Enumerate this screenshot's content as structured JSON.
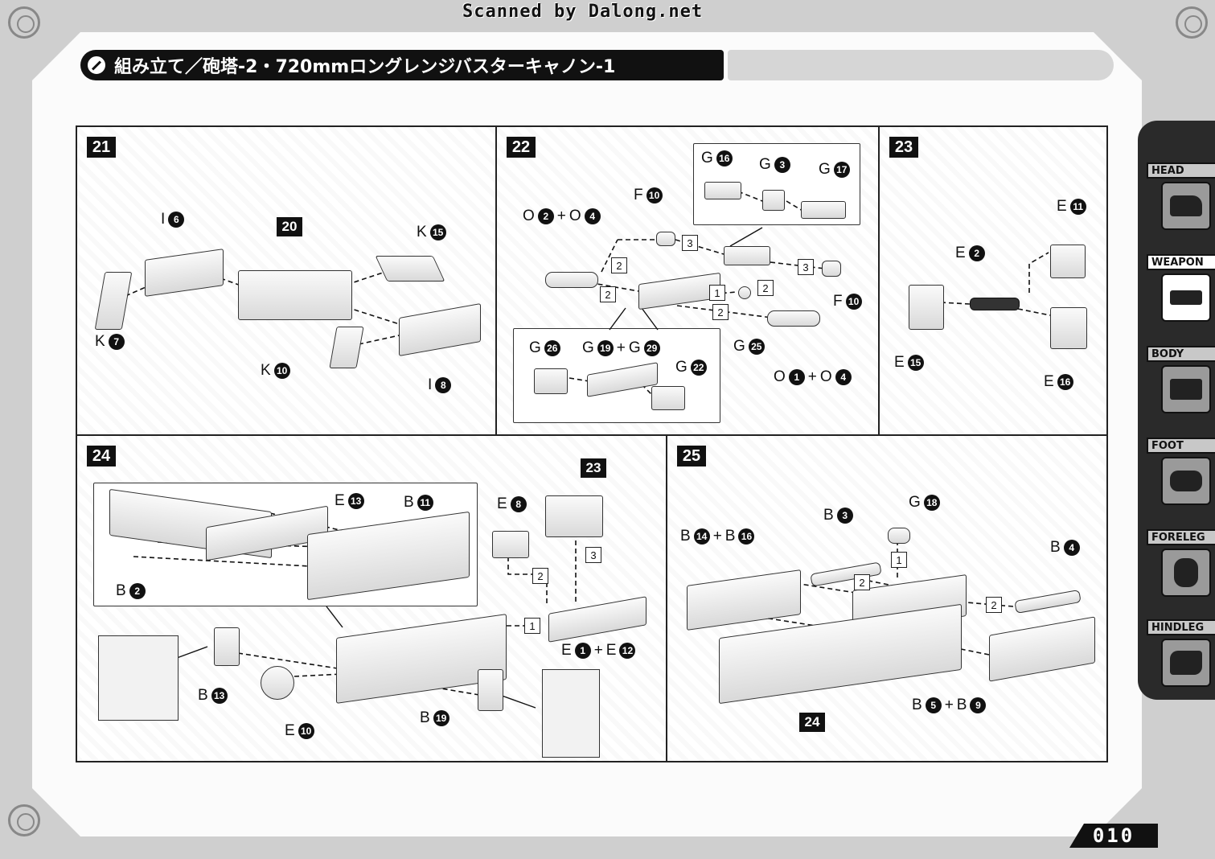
{
  "scan_credit": "Scanned by Dalong.net",
  "title": "組み立て／砲塔-2・720mmロングレンジバスターキャノン-1",
  "page_number": "010",
  "side_nav": [
    {
      "label": "HEAD",
      "active": false,
      "icon": "head-icon"
    },
    {
      "label": "WEAPON",
      "active": true,
      "icon": "weapon-icon"
    },
    {
      "label": "BODY",
      "active": false,
      "icon": "body-icon"
    },
    {
      "label": "FOOT",
      "active": false,
      "icon": "foot-icon"
    },
    {
      "label": "FORELEG",
      "active": false,
      "icon": "foreleg-icon"
    },
    {
      "label": "HINDLEG",
      "active": false,
      "icon": "hindleg-icon"
    }
  ],
  "steps": {
    "s21": {
      "number": "21",
      "sub_assembly": "20",
      "parts": [
        {
          "letter": "I",
          "num": "6"
        },
        {
          "letter": "K",
          "num": "15"
        },
        {
          "letter": "K",
          "num": "7"
        },
        {
          "letter": "K",
          "num": "10"
        },
        {
          "letter": "I",
          "num": "8"
        }
      ]
    },
    "s22": {
      "number": "22",
      "parts": [
        {
          "letter": "O",
          "num": "2",
          "plus_letter": "O",
          "plus_num": "4"
        },
        {
          "letter": "F",
          "num": "10"
        },
        {
          "letter": "G",
          "num": "16"
        },
        {
          "letter": "G",
          "num": "3"
        },
        {
          "letter": "G",
          "num": "17"
        },
        {
          "letter": "F",
          "num": "10"
        },
        {
          "letter": "G",
          "num": "25"
        },
        {
          "letter": "O",
          "num": "1",
          "plus_letter": "O",
          "plus_num": "4"
        },
        {
          "letter": "G",
          "num": "26"
        },
        {
          "letter": "G",
          "num": "19",
          "plus_letter": "G",
          "plus_num": "29"
        },
        {
          "letter": "G",
          "num": "22"
        }
      ],
      "order": [
        "1",
        "2",
        "2",
        "2",
        "2",
        "3",
        "3"
      ]
    },
    "s23": {
      "number": "23",
      "parts": [
        {
          "letter": "E",
          "num": "11"
        },
        {
          "letter": "E",
          "num": "2"
        },
        {
          "letter": "E",
          "num": "15"
        },
        {
          "letter": "E",
          "num": "16"
        }
      ]
    },
    "s24": {
      "number": "24",
      "sub_assembly": "23",
      "parts": [
        {
          "letter": "E",
          "num": "13"
        },
        {
          "letter": "B",
          "num": "11"
        },
        {
          "letter": "B",
          "num": "2"
        },
        {
          "letter": "E",
          "num": "8"
        },
        {
          "letter": "E",
          "num": "1",
          "plus_letter": "E",
          "plus_num": "12"
        },
        {
          "letter": "B",
          "num": "13"
        },
        {
          "letter": "E",
          "num": "10"
        },
        {
          "letter": "B",
          "num": "19"
        }
      ],
      "order": [
        "1",
        "2",
        "3"
      ]
    },
    "s25": {
      "number": "25",
      "sub_assembly": "24",
      "parts": [
        {
          "letter": "B",
          "num": "14",
          "plus_letter": "B",
          "plus_num": "16"
        },
        {
          "letter": "B",
          "num": "3"
        },
        {
          "letter": "G",
          "num": "18"
        },
        {
          "letter": "B",
          "num": "4"
        },
        {
          "letter": "B",
          "num": "5",
          "plus_letter": "B",
          "plus_num": "9"
        }
      ],
      "order": [
        "1",
        "2",
        "2"
      ]
    }
  }
}
